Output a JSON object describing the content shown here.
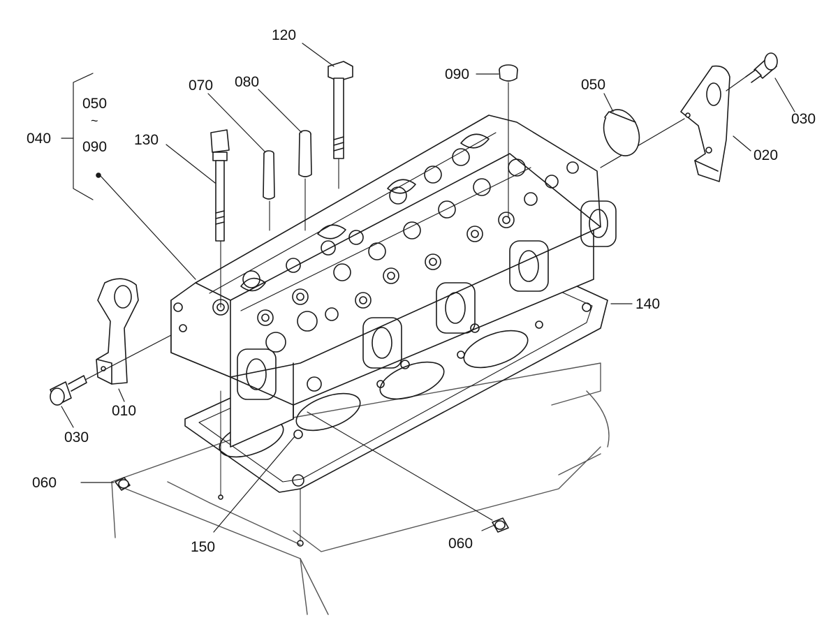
{
  "diagram": {
    "callouts": {
      "p010": "010",
      "p020": "020",
      "p030a": "030",
      "p030b": "030",
      "p040": "040",
      "p050a": "050",
      "p050b": "050",
      "p060a": "060",
      "p060b": "060",
      "p070": "070",
      "p080": "080",
      "p090a": "090",
      "p090b": "090",
      "p120": "120",
      "p130": "130",
      "p140": "140",
      "p150": "150",
      "range_separator": "~"
    }
  }
}
